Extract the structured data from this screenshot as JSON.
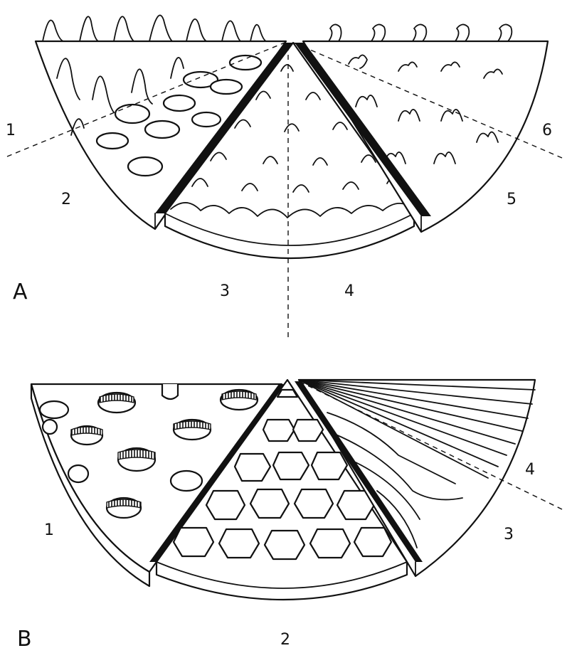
{
  "panelA": {
    "label": "A",
    "numbers": [
      "1",
      "2",
      "3",
      "4",
      "5",
      "6"
    ]
  },
  "panelB": {
    "label": "B",
    "numbers": [
      "1",
      "2",
      "3",
      "4"
    ]
  }
}
